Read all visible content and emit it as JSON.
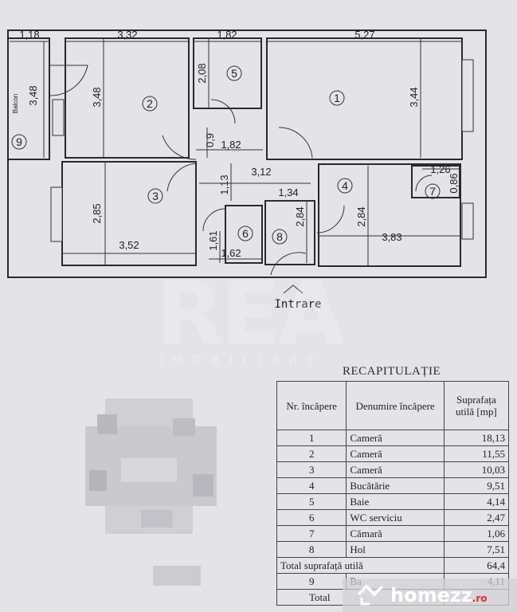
{
  "plan": {
    "dimensions": {
      "balcony_width": "1,18",
      "room2_width": "3,32",
      "room5_width": "1,82",
      "room1_width": "5,27",
      "balcony_height": "3,48",
      "room2_height": "3,48",
      "room5_height": "2,08",
      "room1_height": "3,44",
      "hall_small_v": "0,9",
      "hall_small_h": "1,82",
      "hall_mid_v": "1,13",
      "hall_mid_h": "3,12",
      "hall_width": "1,34",
      "room7_width": "1,26",
      "room7_height": "0,86",
      "room3_height": "2,85",
      "room3_width": "3,52",
      "room6_height": "1,61",
      "room6_width": "1,62",
      "room8_height": "2,84",
      "room4_height": "2,84",
      "room4_width": "3,83"
    },
    "room_numbers": [
      "1",
      "2",
      "3",
      "4",
      "5",
      "6",
      "7",
      "8",
      "9"
    ],
    "balcony_label": "Balcon",
    "entrance_label": "Intrare"
  },
  "watermark": {
    "logo": "REA",
    "sub": "IMOBILIARE"
  },
  "recap": {
    "title": "RECAPITULAȚIE",
    "headers": {
      "nr": "Nr. încăpere",
      "name": "Denumire încăpere",
      "area": "Suprafața utilă [mp]"
    },
    "rows": [
      {
        "nr": "1",
        "name": "Cameră",
        "area": "18,13"
      },
      {
        "nr": "2",
        "name": "Cameră",
        "area": "11,55"
      },
      {
        "nr": "3",
        "name": "Cameră",
        "area": "10,03"
      },
      {
        "nr": "4",
        "name": "Bucătărie",
        "area": "9,51"
      },
      {
        "nr": "5",
        "name": "Baie",
        "area": "4,14"
      },
      {
        "nr": "6",
        "name": "WC serviciu",
        "area": "2,47"
      },
      {
        "nr": "7",
        "name": "Cămară",
        "area": "1,06"
      },
      {
        "nr": "8",
        "name": "Hol",
        "area": "7,51"
      }
    ],
    "total_useful_label": "Total suprafață utilă",
    "total_useful_value": "64,4",
    "balcony_row": {
      "nr": "9",
      "name": "Ba",
      "area": "4,11"
    },
    "total_label": "Total"
  },
  "brand": {
    "name": "homezz",
    "tld": ".ro"
  }
}
